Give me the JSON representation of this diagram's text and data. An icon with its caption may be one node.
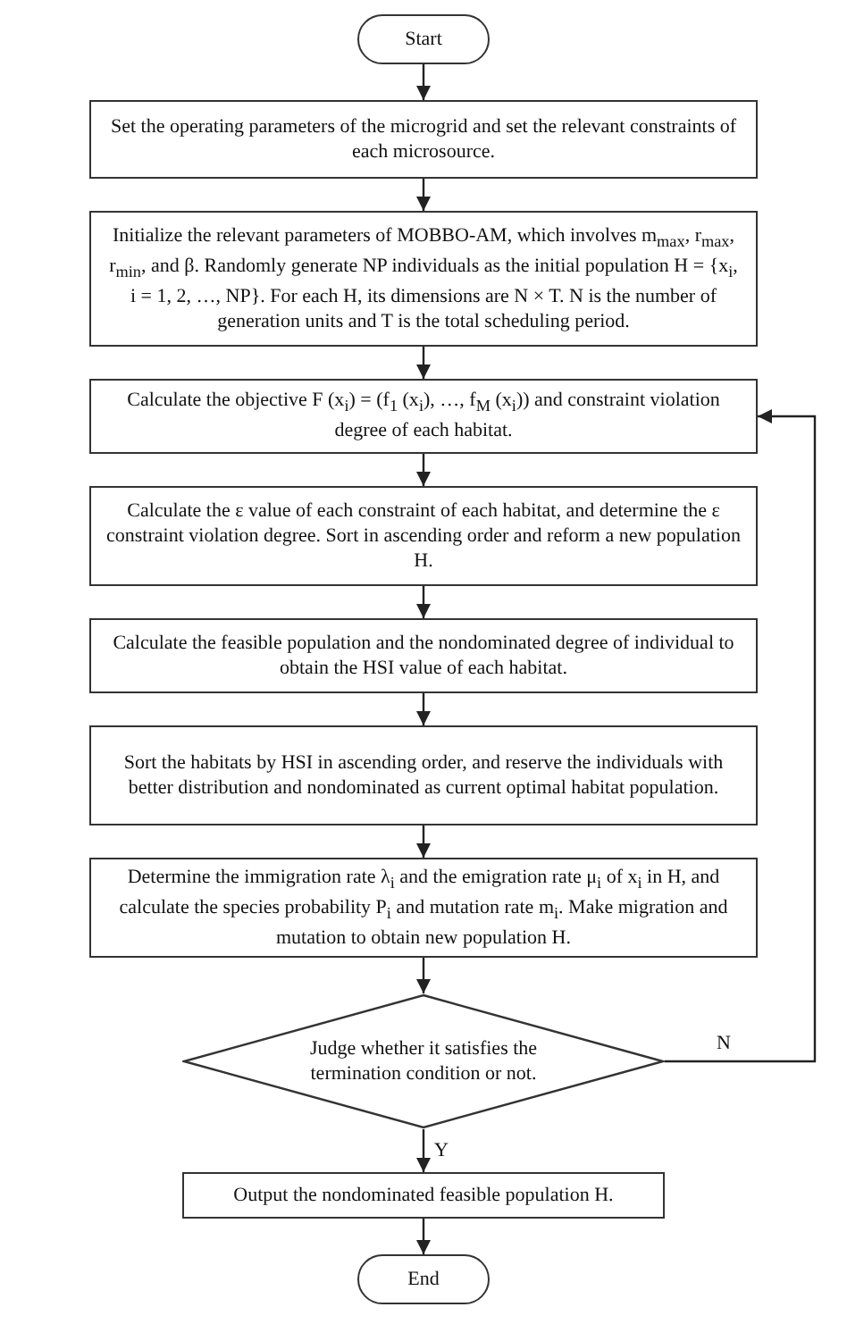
{
  "diagram": {
    "nodes": [
      {
        "text": [
          "Start"
        ]
      },
      {
        "text": [
          "Set the operating parameters of the microgrid and set the relevant constraints of each microsource."
        ]
      },
      {
        "text": [
          "Initialize the relevant parameters of MOBBO-AM, which involves m$_{max}$, r$_{max}$, r$_{min}$, and β. Randomly generate NP individuals as the initial population H = {x$_{i}$, i = 1, 2, …, NP}. For each H, its dimensions are N × T. N is the number of generation units and T is the total scheduling period."
        ]
      },
      {
        "text": [
          "Calculate the objective F (x$_{i}$) = (f$_{1}$ (x$_{i}$), …, f$_{M}$ (x$_{i}$)) and constraint violation degree of each habitat."
        ]
      },
      {
        "text": [
          "Calculate the ε value of each constraint of each habitat, and determine the ε constraint violation degree. Sort in ascending order and reform a new population H."
        ]
      },
      {
        "text": [
          "Calculate the feasible population and the nondominated degree of individual to obtain the HSI value of each habitat."
        ]
      },
      {
        "text": [
          "Sort the habitats by HSI in ascending order, and reserve the individuals with better distribution and nondominated as current optimal habitat population."
        ]
      },
      {
        "text": [
          "Determine the immigration rate λ$_{i}$ and the emigration rate μ$_{i}$ of x$_{i}$ in H, and calculate the species probability P$_{i}$ and mutation rate m$_{i}$. Make migration and mutation to obtain new population H."
        ]
      },
      {
        "text": [
          "Judge whether it satisfies the termination condition or not."
        ]
      },
      {
        "text": [
          "Output the nondominated feasible population H."
        ]
      },
      {
        "text": [
          "End"
        ]
      }
    ],
    "edges": [
      {
        "from": 0,
        "to": 1,
        "arrow": "to"
      },
      {
        "from": 1,
        "to": 2,
        "arrow": "to"
      },
      {
        "from": 2,
        "to": 3,
        "arrow": "to"
      },
      {
        "from": 3,
        "to": 4,
        "arrow": "to"
      },
      {
        "from": 4,
        "to": 5,
        "arrow": "to"
      },
      {
        "from": 5,
        "to": 6,
        "arrow": "to"
      },
      {
        "from": 6,
        "to": 7,
        "arrow": "to"
      },
      {
        "from": 7,
        "to": 8,
        "arrow": "to"
      },
      {
        "from": 8,
        "to": 3,
        "arrow": "to",
        "label": "N"
      },
      {
        "from": 8,
        "to": 9,
        "arrow": "to",
        "label": "Y"
      },
      {
        "from": 9,
        "to": 10,
        "arrow": "to"
      }
    ]
  }
}
